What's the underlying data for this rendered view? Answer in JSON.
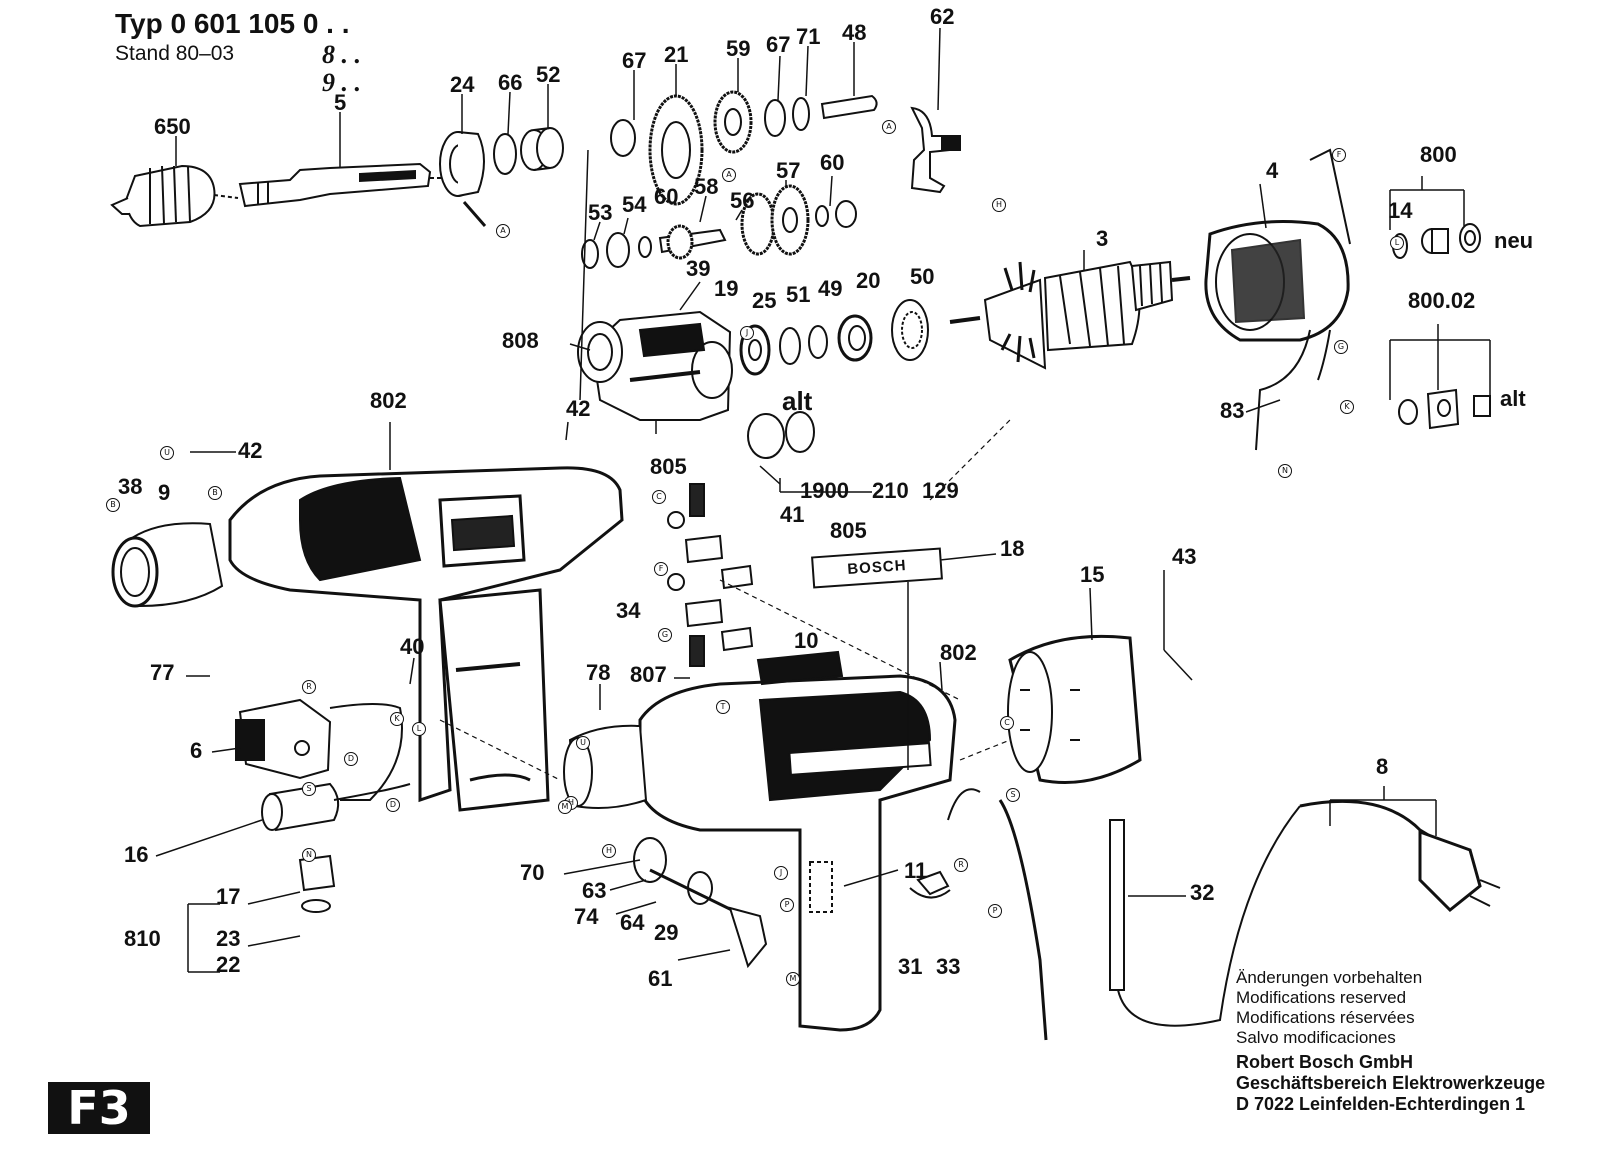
{
  "header": {
    "type_line": "Typ 0 601 105 0 . .",
    "stand_line": "Stand 80–03",
    "variant_1": "8 . .",
    "variant_2": "9 . ."
  },
  "part_labels": [
    "62",
    "67",
    "21",
    "59",
    "67",
    "71",
    "48",
    "650",
    "5",
    "24",
    "66",
    "52",
    "58",
    "56",
    "57",
    "60",
    "53",
    "54",
    "60",
    "39",
    "19",
    "800",
    "14",
    "neu",
    "4",
    "3",
    "808",
    "25",
    "51",
    "49",
    "20",
    "50",
    "800.02",
    "alt",
    "83",
    "802",
    "42",
    "42",
    "38",
    "9",
    "alt",
    "1900",
    "210",
    "129",
    "805",
    "41",
    "805",
    "18",
    "34",
    "10",
    "15",
    "43",
    "77",
    "40",
    "78",
    "807",
    "802",
    "6",
    "16",
    "70",
    "63",
    "74",
    "64",
    "29",
    "11",
    "17",
    "810",
    "23",
    "22",
    "61",
    "31",
    "33",
    "32",
    "8"
  ],
  "bosch_plate": "BOSCH",
  "notes": [
    "Änderungen vorbehalten",
    "Modifications reserved",
    "Modifications réservées",
    "Salvo modificaciones"
  ],
  "company": [
    "Robert Bosch GmbH",
    "Geschäftsbereich Elektrowerkzeuge",
    "D 7022 Leinfelden-Echterdingen 1"
  ],
  "page_code": "F3",
  "marks": [
    "A",
    "B",
    "C",
    "D",
    "E",
    "F",
    "G",
    "H",
    "J",
    "K",
    "L",
    "M",
    "N",
    "P",
    "R",
    "S",
    "T",
    "U"
  ]
}
